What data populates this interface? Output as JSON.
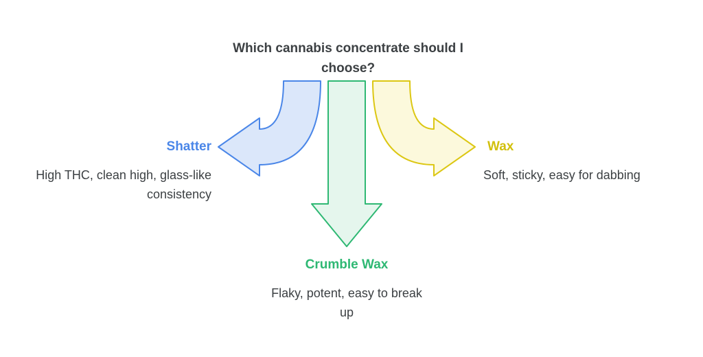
{
  "title": "Which cannabis concentrate should I choose?",
  "colors": {
    "text": "#3c4043",
    "background": "#ffffff",
    "blue": "#4a86e8",
    "blue_fill": "#dbe7fa",
    "green": "#2eb873",
    "green_fill": "#e5f6ed",
    "yellow": "#dcc713",
    "yellow_fill": "#fcf9dc",
    "yellow_label": "#d2c00d"
  },
  "branches": [
    {
      "label": "Shatter",
      "description": "High THC, clean high, glass-like consistency",
      "arrow": "curved-left",
      "color": "#4a86e8"
    },
    {
      "label": "Crumble Wax",
      "description": "Flaky, potent, easy to break up",
      "arrow": "straight-down",
      "color": "#2eb873"
    },
    {
      "label": "Wax",
      "description": "Soft, sticky, easy for dabbing",
      "arrow": "curved-right",
      "color": "#dcc713"
    }
  ]
}
